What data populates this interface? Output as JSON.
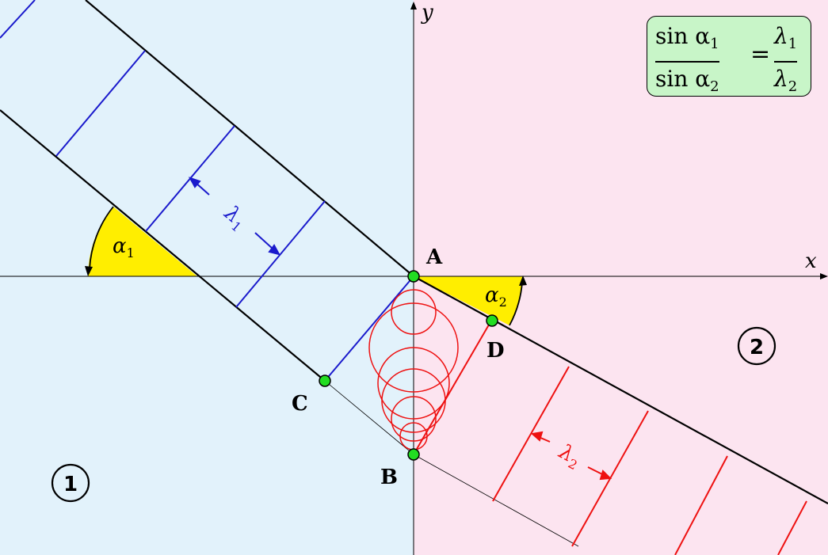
{
  "diagram": {
    "axes": {
      "x_label": "x",
      "y_label": "y"
    },
    "regions": [
      {
        "id": "1",
        "label": "1",
        "color": "#e2f2fb"
      },
      {
        "id": "2",
        "label": "2",
        "color": "#fce4f0"
      }
    ],
    "points": [
      {
        "name": "A",
        "label": "A"
      },
      {
        "name": "B",
        "label": "B"
      },
      {
        "name": "C",
        "label": "C"
      },
      {
        "name": "D",
        "label": "D"
      }
    ],
    "angles": [
      {
        "symbol": "α",
        "index": "1"
      },
      {
        "symbol": "α",
        "index": "2"
      }
    ],
    "wavelengths": [
      {
        "symbol": "λ",
        "index": "1",
        "color": "#1a1acc"
      },
      {
        "symbol": "λ",
        "index": "2",
        "color": "#ee1111"
      }
    ],
    "formula": {
      "num_left": "sin α",
      "num_left_index": "1",
      "den_left": "sin α",
      "den_left_index": "2",
      "equals": "=",
      "num_right": "λ",
      "num_right_index": "1",
      "den_right": "λ",
      "den_right_index": "2"
    },
    "colors": {
      "medium1": "#e2f2fb",
      "medium2": "#fce4f0",
      "wave1": "#1a1acc",
      "wave2": "#ee1111",
      "angle_fill": "#ffee00",
      "point_fill": "#22dd22",
      "formula_bg": "#c8f5c8"
    }
  }
}
